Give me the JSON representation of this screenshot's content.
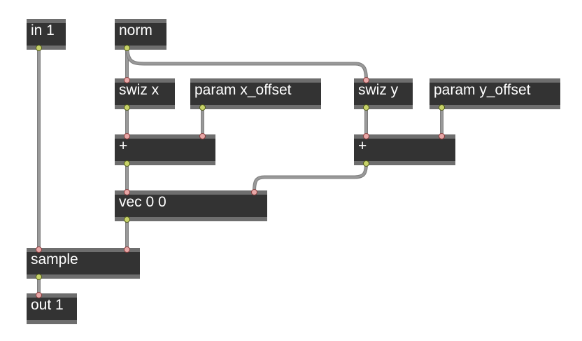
{
  "patch": {
    "objects": [
      {
        "id": "in1",
        "label": "in 1",
        "inlets": 0,
        "outlets": 1
      },
      {
        "id": "norm",
        "label": "norm",
        "inlets": 0,
        "outlets": 1
      },
      {
        "id": "swizx",
        "label": "swiz x",
        "inlets": 1,
        "outlets": 1
      },
      {
        "id": "paramx",
        "label": "param x_offset",
        "inlets": 0,
        "outlets": 1
      },
      {
        "id": "swizy",
        "label": "swiz y",
        "inlets": 1,
        "outlets": 1
      },
      {
        "id": "paramy",
        "label": "param y_offset",
        "inlets": 0,
        "outlets": 1
      },
      {
        "id": "plusx",
        "label": "+",
        "inlets": 2,
        "outlets": 1
      },
      {
        "id": "plusy",
        "label": "+",
        "inlets": 2,
        "outlets": 1
      },
      {
        "id": "vec",
        "label": "vec 0 0",
        "inlets": 2,
        "outlets": 1
      },
      {
        "id": "sample",
        "label": "sample",
        "inlets": 2,
        "outlets": 1
      },
      {
        "id": "out1",
        "label": "out 1",
        "inlets": 1,
        "outlets": 0
      }
    ],
    "connections": [
      {
        "from": "in1",
        "from_outlet": 0,
        "to": "sample",
        "to_inlet": 0
      },
      {
        "from": "norm",
        "from_outlet": 0,
        "to": "swizx",
        "to_inlet": 0
      },
      {
        "from": "norm",
        "from_outlet": 0,
        "to": "swizy",
        "to_inlet": 0
      },
      {
        "from": "swizx",
        "from_outlet": 0,
        "to": "plusx",
        "to_inlet": 0
      },
      {
        "from": "paramx",
        "from_outlet": 0,
        "to": "plusx",
        "to_inlet": 1
      },
      {
        "from": "swizy",
        "from_outlet": 0,
        "to": "plusy",
        "to_inlet": 0
      },
      {
        "from": "paramy",
        "from_outlet": 0,
        "to": "plusy",
        "to_inlet": 1
      },
      {
        "from": "plusx",
        "from_outlet": 0,
        "to": "vec",
        "to_inlet": 0
      },
      {
        "from": "plusy",
        "from_outlet": 0,
        "to": "vec",
        "to_inlet": 1
      },
      {
        "from": "vec",
        "from_outlet": 0,
        "to": "sample",
        "to_inlet": 1
      },
      {
        "from": "sample",
        "from_outlet": 0,
        "to": "out1",
        "to_inlet": 0
      }
    ]
  },
  "colors": {
    "object_body": "#333333",
    "object_frame": "#6e6e6e",
    "object_text": "#ffffff",
    "cord": "#999999",
    "inlet": "#e8a7a7",
    "outlet": "#c8d36a"
  }
}
